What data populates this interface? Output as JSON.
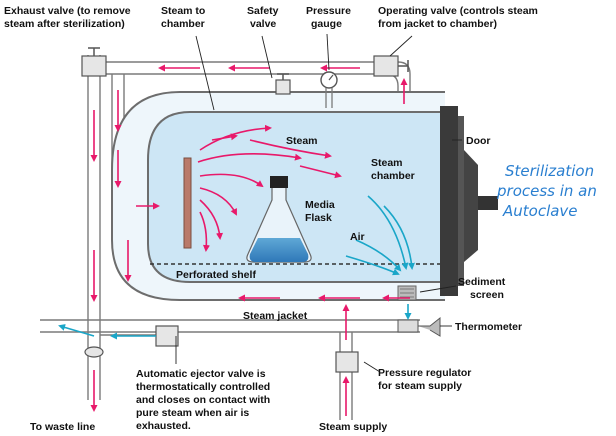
{
  "labels": {
    "exhaust_valve_1": "Exhaust valve (to remove",
    "exhaust_valve_2": "steam after sterilization)",
    "steam_to_chamber_1": "Steam to",
    "steam_to_chamber_2": "chamber",
    "safety_valve_1": "Safety",
    "safety_valve_2": "valve",
    "pressure_gauge_1": "Pressure",
    "pressure_gauge_2": "gauge",
    "operating_valve_1": "Operating valve (controls steam",
    "operating_valve_2": "from jacket to chamber)",
    "steam": "Steam",
    "steam_chamber_1": "Steam",
    "steam_chamber_2": "chamber",
    "door": "Door",
    "media_flask_1": "Media",
    "media_flask_2": "Flask",
    "air": "Air",
    "perforated_shelf": "Perforated shelf",
    "sediment_screen_1": "Sediment",
    "sediment_screen_2": "screen",
    "steam_jacket": "Steam jacket",
    "thermometer": "Thermometer",
    "ejector_1": "Automatic ejector valve is",
    "ejector_2": "thermostatically controlled",
    "ejector_3": "and closes on contact with",
    "ejector_4": "pure steam when air is",
    "ejector_5": "exhausted.",
    "pressure_regulator_1": "Pressure regulator",
    "pressure_regulator_2": "for steam supply",
    "to_waste_line": "To waste line",
    "steam_supply": "Steam supply"
  },
  "annotation": {
    "line1": "Sterilization",
    "line2": "process in an",
    "line3": "Autoclave"
  },
  "colors": {
    "steam_arrow": "#e8196a",
    "air_arrow": "#1aa6c8",
    "chamber_fill": "#cde6f5",
    "pipe": "#8a8a8a",
    "annotation": "#2a7fd0"
  }
}
